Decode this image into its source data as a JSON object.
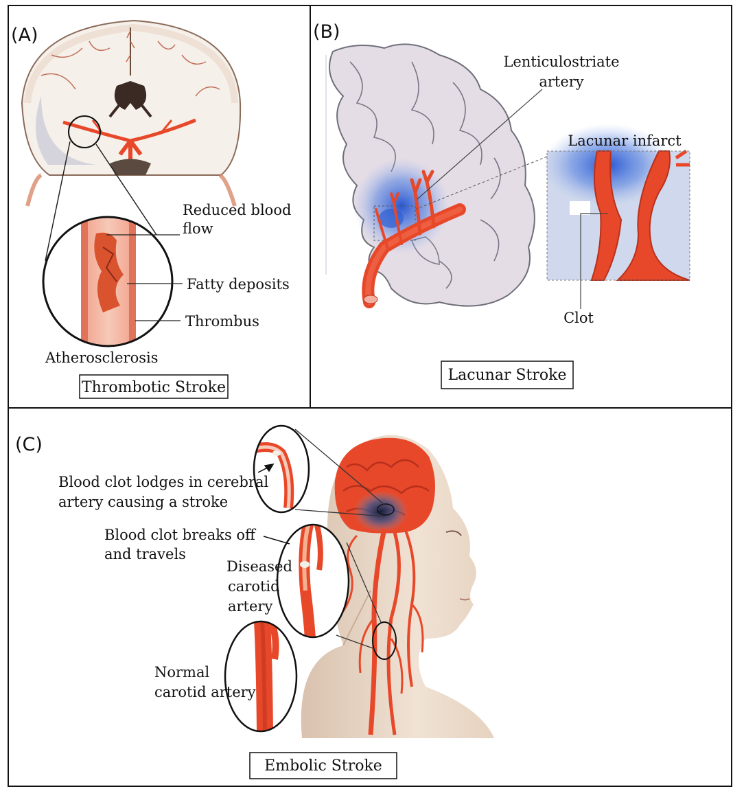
{
  "panels": {
    "a": {
      "letter": "(A)",
      "caption": "Thrombotic Stroke",
      "labels": {
        "reduced_1": "Reduced blood",
        "reduced_2": "flow",
        "fatty": "Fatty deposits",
        "thrombus": "Thrombus",
        "athero": "Atherosclerosis"
      }
    },
    "b": {
      "letter": "(B)",
      "caption": "Lacunar Stroke",
      "labels": {
        "lentic_1": "Lenticulostriate",
        "lentic_2": "artery",
        "lacunar": "Lacunar infarct",
        "clot": "Clot"
      }
    },
    "c": {
      "letter": "(C)",
      "caption": "Embolic Stroke",
      "labels": {
        "lodges_1": "Blood clot lodges in cerebral",
        "lodges_2": "artery causing a stroke",
        "breaks_1": "Blood clot breaks off",
        "breaks_2": "and travels",
        "diseased_1": "Diseased",
        "diseased_2": "carotid",
        "diseased_3": "artery",
        "normal_1": "Normal",
        "normal_2": "carotid artery"
      }
    }
  },
  "colors": {
    "artery": "#e8482a",
    "artery_dark": "#b8301c",
    "infarct": "#2f5fd0",
    "brain_outline": "#6f6f7a",
    "skin": "#ead8c8",
    "frame": "#111111"
  }
}
